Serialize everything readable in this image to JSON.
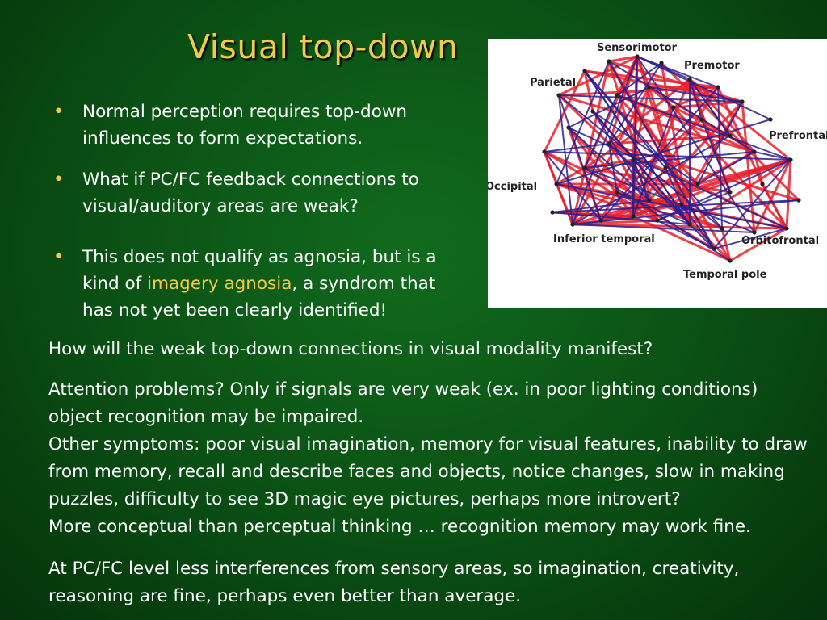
{
  "slide": {
    "title": "Visual top-down",
    "bullets": [
      {
        "text": "Normal perception requires top-down influences to form expectations."
      },
      {
        "text": "What if PC/FC feedback connections to visual/auditory areas are weak?"
      },
      {
        "before": "This does not qualify as agnosia, but is a kind of ",
        "highlight": "imagery agnosia",
        "after": ", a syndrom that has not yet been clearly identified!"
      }
    ],
    "paragraphs": [
      "How will the weak top-down connections in visual modality manifest?",
      "Attention problems? Only if signals are very weak (ex. in poor lighting conditions) object recognition may be impaired.",
      "Other symptoms: poor visual imagination, memory for visual features, inability to draw from memory, recall and describe faces and objects, notice changes, slow in making puzzles, difficulty to see 3D magic eye pictures, perhaps more introvert?",
      "More conceptual than perceptual thinking … recognition memory may work fine.",
      "At PC/FC level less interferences from sensory areas, so imagination, creativity, reasoning are fine, perhaps even better than average."
    ],
    "colors": {
      "title": "#f2c94c",
      "highlight": "#f2c94c",
      "background": "#0a4f14",
      "feedforward": "#e8202a",
      "feedback": "#2b1d8f"
    }
  },
  "figure": {
    "labels": {
      "sensorimotor": "Sensorimotor",
      "premotor": "Premotor",
      "parietal": "Parietal",
      "prefrontal": "Prefrontal",
      "occipital": "Occipital",
      "inferior_temporal": "Inferior temporal",
      "orbitofrontal": "Orbitofrontal",
      "temporal_pole": "Temporal pole"
    }
  }
}
